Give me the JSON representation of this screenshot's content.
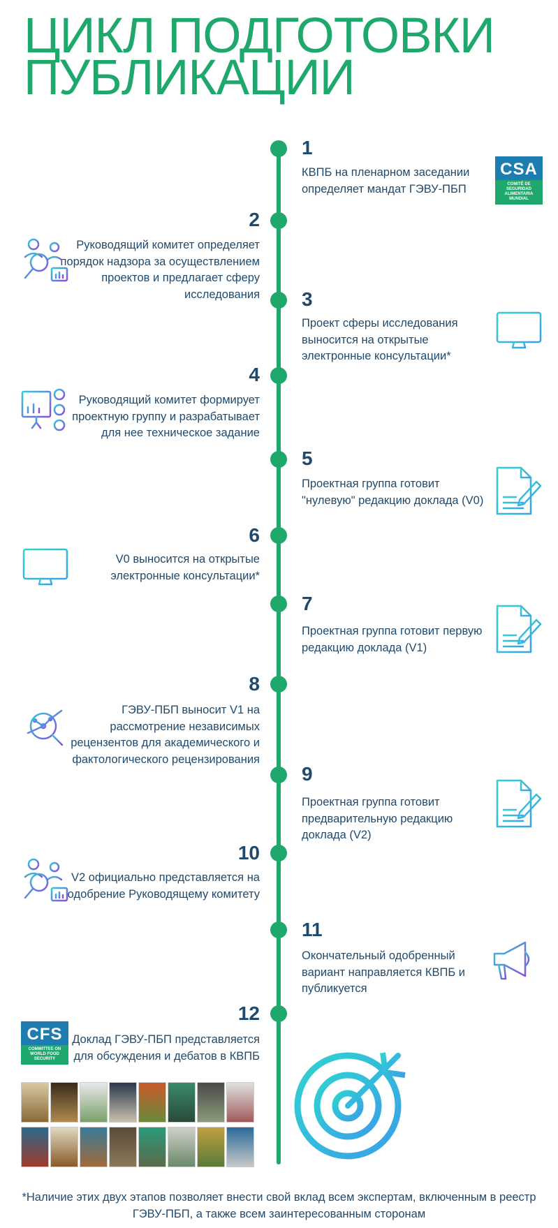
{
  "title": {
    "line1": "ЦИКЛ ПОДГОТОВКИ",
    "line2": "ПУБЛИКАЦИИ"
  },
  "steps": [
    {
      "num": "1",
      "text": "КВПБ на пленарном заседании определяет мандат ГЭВУ-ПБП"
    },
    {
      "num": "2",
      "text": "Руководящий комитет определяет порядок надзора за осуществлением проектов и предлагает сферу исследования"
    },
    {
      "num": "3",
      "text": "Проект сферы исследования выносится на открытые электронные консультации*"
    },
    {
      "num": "4",
      "text": "Руководящий комитет формирует проектную группу и разрабатывает для нее техническое задание"
    },
    {
      "num": "5",
      "text": "Проектная группа готовит \"нулевую\" редакцию доклада (V0)"
    },
    {
      "num": "6",
      "text": "V0 выносится на открытые электронные консультации*"
    },
    {
      "num": "7",
      "text": "Проектная группа готовит первую редакцию доклада (V1)"
    },
    {
      "num": "8",
      "text": "ГЭВУ-ПБП выносит V1 на рассмотрение независимых рецензентов для академического и фактологического рецензирования"
    },
    {
      "num": "9",
      "text": "Проектная группа готовит предварительную редакцию доклада (V2)"
    },
    {
      "num": "10",
      "text": "V2 официально представляется на одобрение Руководящему комитету"
    },
    {
      "num": "11",
      "text": "Окончательный одобренный вариант направляется КВПБ и публикуется"
    },
    {
      "num": "12",
      "text": "Доклад ГЭВУ-ПБП представляется для обсуждения и дебатов в КВПБ"
    }
  ],
  "logos": {
    "csa": {
      "big": "CSA",
      "sub": "COMITÉ DE SEGURIDAD ALIMENTARIA MUNDIAL"
    },
    "cfs": {
      "big": "CFS",
      "sub": "COMMITTEE ON WORLD FOOD SECURITY"
    }
  },
  "footnote": "*Наличие этих двух этапов позволяет внести свой вклад всем экспертам, включенным в реестр ГЭВУ-ПБП, а также всем заинтересованным сторонам",
  "colors": {
    "green": "#1ea86b",
    "navy": "#1f4a6e",
    "cyan": "#2bc8e0",
    "purple": "#8a4fd8",
    "blue": "#1e7db0"
  },
  "icons": [
    "analytics-people-icon",
    "monitor-icon",
    "team-presentation-icon",
    "document-pen-icon",
    "network-search-icon",
    "megaphone-icon",
    "target-arrow-icon"
  ]
}
